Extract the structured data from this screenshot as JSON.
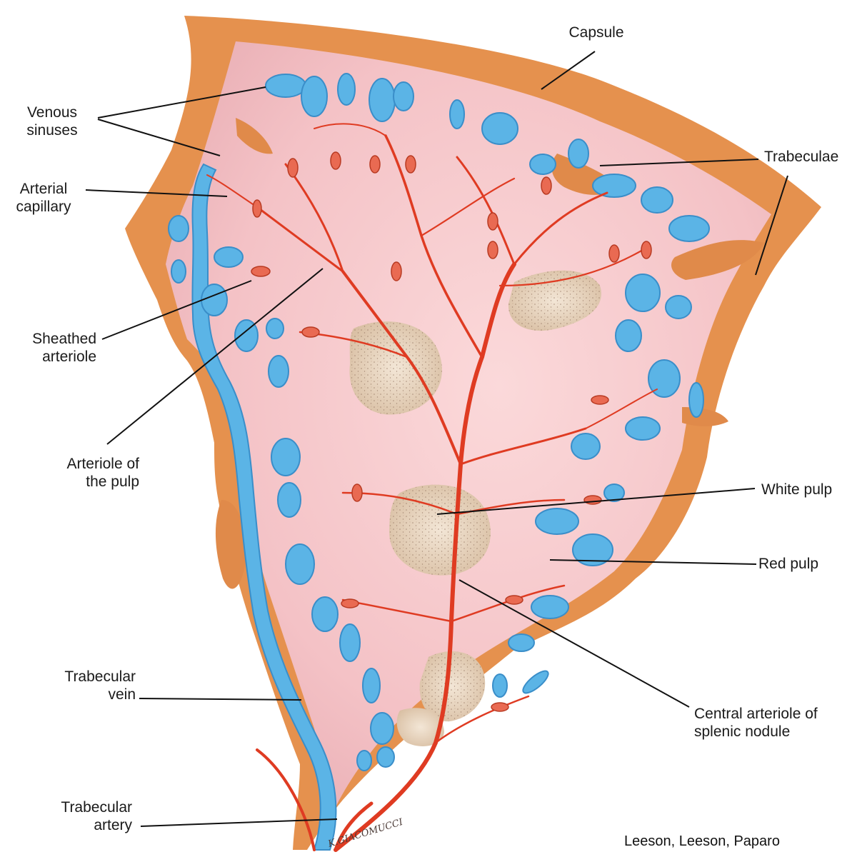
{
  "labels": {
    "capsule": "Capsule",
    "venous_sinuses": [
      "Venous",
      "sinuses"
    ],
    "arterial_capillary": [
      "Arterial",
      "capillary"
    ],
    "sheathed_arteriole": [
      "Sheathed",
      "arteriole"
    ],
    "arteriole_of_pulp": [
      "Arteriole of",
      "the pulp"
    ],
    "trabecular_vein": [
      "Trabecular",
      "vein"
    ],
    "trabecular_artery": [
      "Trabecular",
      "artery"
    ],
    "trabeculae": "Trabeculae",
    "white_pulp": "White pulp",
    "red_pulp": "Red pulp",
    "central_arteriole": [
      "Central arteriole of",
      "splenic nodule"
    ]
  },
  "credit": "Leeson, Leeson, Paparo",
  "artist_signature": "K.GIACOMUCCI",
  "colors": {
    "capsule": "#e5914e",
    "red_pulp": "#f6c9cb",
    "venous_sinus": "#5bb4e6",
    "arteriole": "#df3b22",
    "white_pulp": "#e4d0b7",
    "leader_line": "#111111"
  }
}
